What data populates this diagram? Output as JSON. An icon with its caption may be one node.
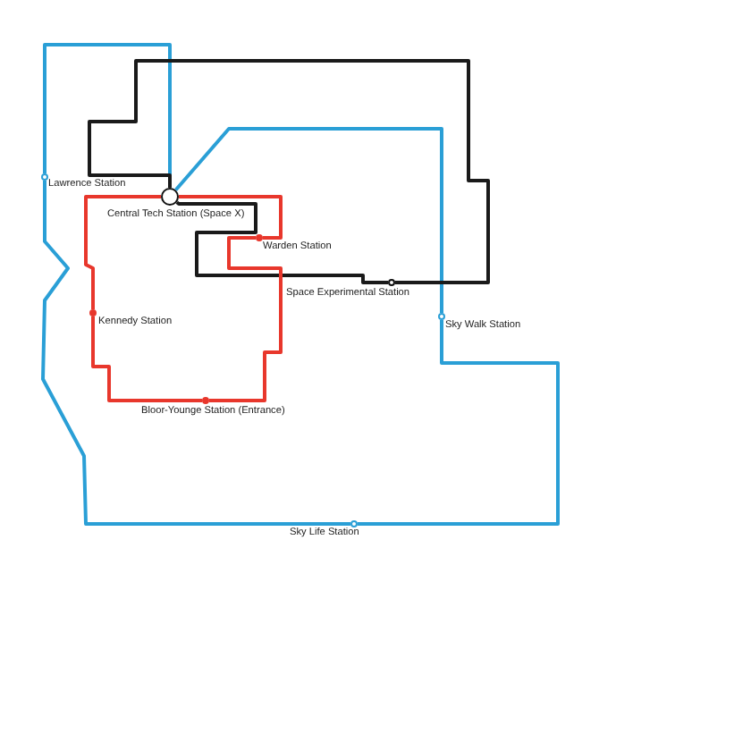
{
  "diagram": {
    "nodes": [
      {
        "text": [],
        "shape": "circle",
        "beside": [
          "Central Tech Station (Space X)"
        ]
      },
      {
        "text": [],
        "shape": "circle",
        "beside": [
          "Lawrence Station"
        ]
      },
      {
        "text": [],
        "shape": "circle",
        "beside": [
          "Warden Station"
        ]
      },
      {
        "text": [],
        "shape": "circle",
        "beside": [
          "Space Experimental Station"
        ]
      },
      {
        "text": [],
        "shape": "circle",
        "beside": [
          "Sky Walk Station"
        ]
      },
      {
        "text": [],
        "shape": "circle",
        "beside": [
          "Kennedy Station"
        ]
      },
      {
        "text": [],
        "shape": "circle",
        "beside": [
          "Bloor-Younge Station (Entrance)"
        ]
      },
      {
        "text": [],
        "shape": "circle",
        "beside": [
          "Sky Life Station"
        ]
      }
    ],
    "edges": [
      {
        "from": 0,
        "to": 1,
        "arrow": "none",
        "color": "#2a9fd6"
      },
      {
        "from": 1,
        "to": 7,
        "arrow": "none",
        "color": "#2a9fd6"
      },
      {
        "from": 7,
        "to": 4,
        "arrow": "none",
        "color": "#2a9fd6"
      },
      {
        "from": 4,
        "to": 0,
        "arrow": "none",
        "color": "#2a9fd6"
      },
      {
        "from": 0,
        "to": 3,
        "arrow": "none",
        "color": "#1a1a1a"
      },
      {
        "from": 3,
        "to": 0,
        "arrow": "none",
        "color": "#1a1a1a"
      },
      {
        "from": 0,
        "to": 2,
        "arrow": "none",
        "color": "#e8372c"
      },
      {
        "from": 2,
        "to": 6,
        "arrow": "none",
        "color": "#e8372c"
      },
      {
        "from": 6,
        "to": 5,
        "arrow": "none",
        "color": "#e8372c"
      },
      {
        "from": 5,
        "to": 0,
        "arrow": "none",
        "color": "#e8372c"
      }
    ]
  }
}
